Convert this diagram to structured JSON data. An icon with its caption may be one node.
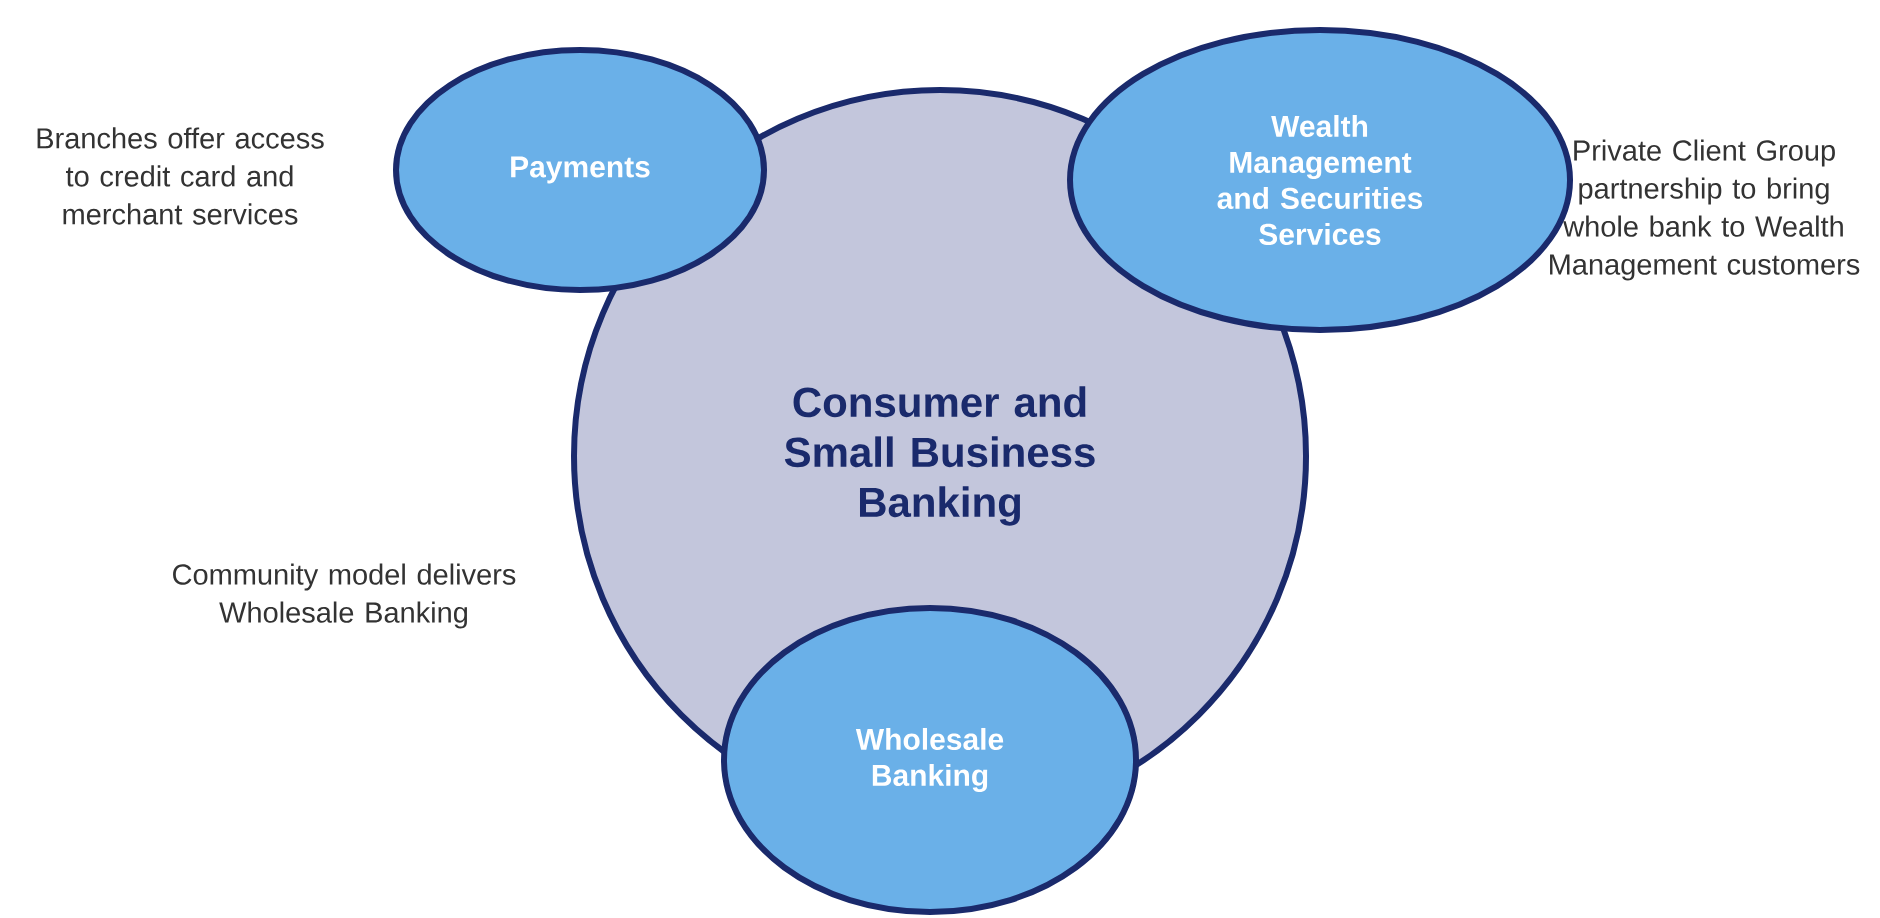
{
  "diagram": {
    "nodes": [
      {
        "text": [
          "Consumer and Small Business Banking"
        ]
      },
      {
        "text": [
          "Payments"
        ],
        "beside": [
          "Branches offer access to credit card and merchant services"
        ]
      },
      {
        "text": [
          "Wealth Management and Securities Services"
        ],
        "beside": [
          "Private Client Group partnership to bring whole bank to Wealth Management customers"
        ]
      },
      {
        "text": [
          "Wholesale Banking"
        ]
      }
    ],
    "labels": [
      "Community model delivers Wholesale Banking"
    ]
  }
}
